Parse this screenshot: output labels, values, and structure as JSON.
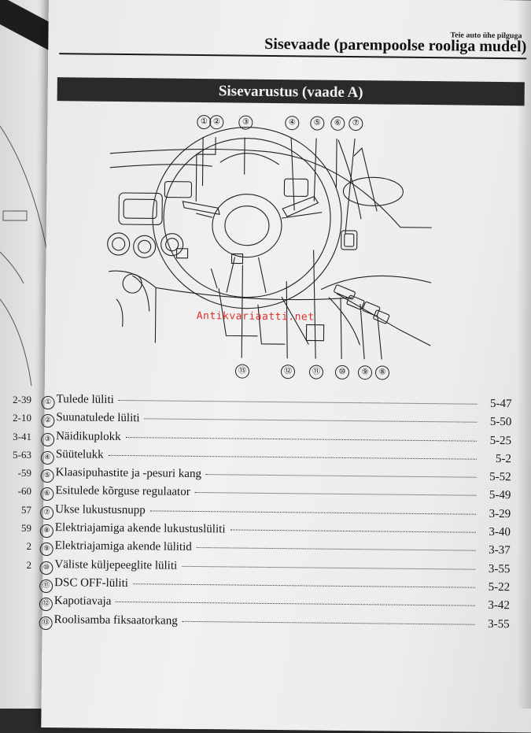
{
  "left_page": {
    "numbers": [
      "2-39",
      "2-10",
      "3-41",
      "5-63",
      "-59",
      "-60",
      "57",
      "59",
      "2",
      "2"
    ]
  },
  "header": {
    "eyebrow": "Teie auto ühe pilguga",
    "title": "Sisevaade (parempoolse rooliga mudel)"
  },
  "section": {
    "title": "Sisevarustus (vaade A)"
  },
  "diagram": {
    "callouts_top": [
      "①",
      "②",
      "③",
      "④",
      "⑤",
      "⑥",
      "⑦"
    ],
    "callouts_bottom": [
      "⑬",
      "⑫",
      "⑪",
      "⑩",
      "⑨",
      "⑧"
    ]
  },
  "watermark": "Antikvariaatti.net",
  "toc": [
    {
      "num": "①",
      "label": "Tulede lüliti",
      "page": "5-47"
    },
    {
      "num": "②",
      "label": "Suunatulede lüliti",
      "page": "5-50"
    },
    {
      "num": "③",
      "label": "Näidikuplokk",
      "page": "5-25"
    },
    {
      "num": "④",
      "label": "Süütelukk",
      "page": "5-2"
    },
    {
      "num": "⑤",
      "label": "Klaasipuhastite ja -pesuri kang",
      "page": "5-52"
    },
    {
      "num": "⑥",
      "label": "Esitulede kõrguse regulaator",
      "page": "5-49"
    },
    {
      "num": "⑦",
      "label": "Ukse lukustusnupp",
      "page": "3-29"
    },
    {
      "num": "⑧",
      "label": "Elektriajamiga akende lukustuslüliti",
      "page": "3-40"
    },
    {
      "num": "⑨",
      "label": "Elektriajamiga akende lülitid",
      "page": "3-37"
    },
    {
      "num": "⑩",
      "label": "Väliste küljepeeglite lüliti",
      "page": "3-55"
    },
    {
      "num": "⑪",
      "label": "DSC OFF-lüliti",
      "page": "5-22"
    },
    {
      "num": "⑫",
      "label": "Kapotiavaja",
      "page": "3-42"
    },
    {
      "num": "⑬",
      "label": "Roolisamba fiksaatorkang",
      "page": "3-55"
    }
  ]
}
